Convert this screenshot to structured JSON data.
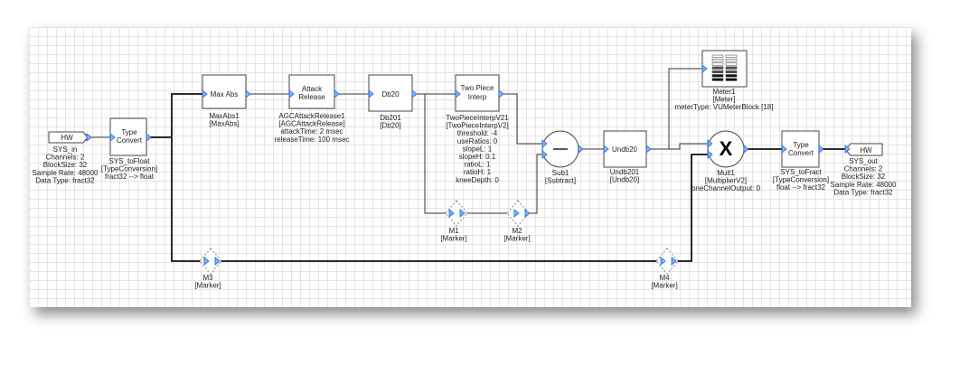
{
  "blocks": {
    "hw_in": {
      "title": "HW",
      "lines": [
        "SYS_in",
        "Channels: 2",
        "BlockSize: 32",
        "Sample Rate: 48000",
        "Data Type: fract32"
      ]
    },
    "to_float": {
      "title": [
        "Type",
        "Convert"
      ],
      "lines": [
        "SYS_toFloat",
        "[TypeConversion]",
        "fract32 --> float"
      ]
    },
    "maxabs": {
      "title": "Max Abs",
      "lines": [
        "MaxAbs1",
        "[MaxAbs]"
      ]
    },
    "attack": {
      "title": [
        "Attack",
        "Release"
      ],
      "lines": [
        "AGCAttackRelease1",
        "[AGCAttackRelease]",
        "attackTime: 2 msec",
        "releaseTime: 100 msec"
      ]
    },
    "db20": {
      "title": "Db20",
      "lines": [
        "Db201",
        "[Db20]"
      ]
    },
    "twopiece": {
      "title": [
        "Two Piece",
        "Interp"
      ],
      "lines": [
        "TwoPieceInterpV21",
        "[TwoPieceInterpV2]",
        "threshold: -4",
        "useRatios: 0",
        "slopeL: 1",
        "slopeH: 0.1",
        "ratioL: 1",
        "ratioH: 1",
        "kneeDepth: 0"
      ]
    },
    "sub": {
      "title": "—",
      "lines": [
        "Sub1",
        "[Subtract]"
      ]
    },
    "undb20": {
      "title": "Undb20",
      "lines": [
        "Undb201",
        "[Undb20]"
      ]
    },
    "meter": {
      "lines": [
        "Meter1",
        "[Meter]",
        "meterType: VUMeterBlock [18]"
      ]
    },
    "mult": {
      "title": "X",
      "lines": [
        "Mult1",
        "[MultiplierV2]",
        "oneChannelOutput: 0"
      ]
    },
    "to_fract": {
      "title": [
        "Type",
        "Convert"
      ],
      "lines": [
        "SYS_toFract",
        "[TypeConversion]",
        "float --> fract32"
      ]
    },
    "hw_out": {
      "title": "HW",
      "lines": [
        "SYS_out",
        "Channels: 2",
        "BlockSize: 32",
        "Sample Rate: 48000",
        "Data Type: fract32"
      ]
    },
    "m1": {
      "lines": [
        "M1",
        "[Marker]"
      ]
    },
    "m2": {
      "lines": [
        "M2",
        "[Marker]"
      ]
    },
    "m3": {
      "lines": [
        "M3",
        "[Marker]"
      ]
    },
    "m4": {
      "lines": [
        "M4",
        "[Marker]"
      ]
    }
  },
  "colors": {
    "port": "#7fb6ff",
    "wire": "#333333"
  }
}
